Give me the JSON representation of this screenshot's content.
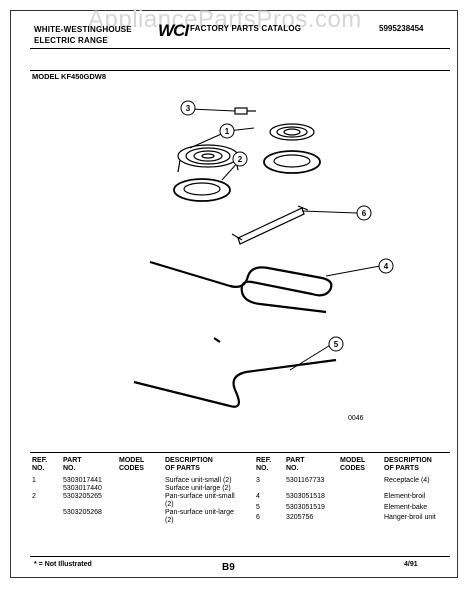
{
  "watermark": "AppliancePartsPros.com",
  "header": {
    "brand_line1": "WHITE-WESTINGHOUSE",
    "brand_line2": "ELECTRIC RANGE",
    "logo": "WCI",
    "title": "FACTORY PARTS CATALOG",
    "catalog_number": "5995238454"
  },
  "model": "MODEL KF450GDW8",
  "diagram": {
    "callouts": [
      "1",
      "2",
      "3",
      "4",
      "5",
      "6"
    ],
    "code": "0046"
  },
  "table": {
    "headers": {
      "ref": "REF.\nNO.",
      "part": "PART\nNO.",
      "codes": "MODEL\nCODES",
      "desc": "DESCRIPTION\nOF PARTS"
    },
    "left_rows": [
      {
        "ref": "1",
        "part": "5303017441\n5303017440",
        "codes": "",
        "desc": "Surface unit-small (2)\nSurface unit-large (2)"
      },
      {
        "ref": "2",
        "part": "5303205265\n\n5303205268",
        "codes": "",
        "desc": "Pan-surface unit-small\n(2)\nPan-surface unit-large\n(2)"
      }
    ],
    "right_rows": [
      {
        "ref": "3",
        "part": "5301167733",
        "codes": "",
        "desc": "Receptacle (4)"
      },
      {
        "ref": "4",
        "part": "5303051518",
        "codes": "",
        "desc": "Element-broil"
      },
      {
        "ref": "5",
        "part": "5303051519",
        "codes": "",
        "desc": "Element-bake"
      },
      {
        "ref": "6",
        "part": "3205756",
        "codes": "",
        "desc": "Hanger-broil unit"
      }
    ]
  },
  "footer": {
    "note": "* = Not Illustrated",
    "page": "B9",
    "date": "4/91"
  }
}
